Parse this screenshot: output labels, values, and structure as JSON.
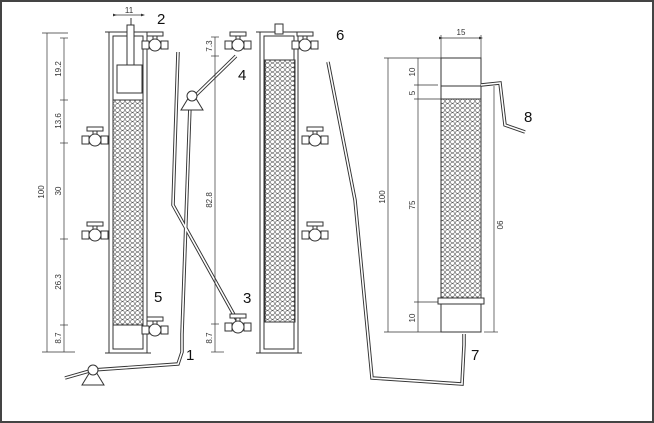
{
  "labels": {
    "n1": "1",
    "n2": "2",
    "n3": "3",
    "n4": "4",
    "n5": "5",
    "n6": "6",
    "n7": "7",
    "n8": "8"
  },
  "dims": {
    "col1_width": "11",
    "col1_total": "100",
    "col1_s1": "19.2",
    "col1_s2": "13.6",
    "col1_s3": "30",
    "col1_s4": "26.3",
    "col1_s5": "8.7",
    "col2_top": "7.3",
    "col2_mid": "82.8",
    "col2_bot": "8.7",
    "col3_width": "15",
    "col3_total": "100",
    "col3_s1": "10",
    "col3_s2": "5",
    "col3_s3": "75",
    "col3_s4": "10",
    "col3_right": "90"
  },
  "colors": {
    "line": "#333333",
    "packing": "#555555",
    "background": "#ffffff"
  }
}
